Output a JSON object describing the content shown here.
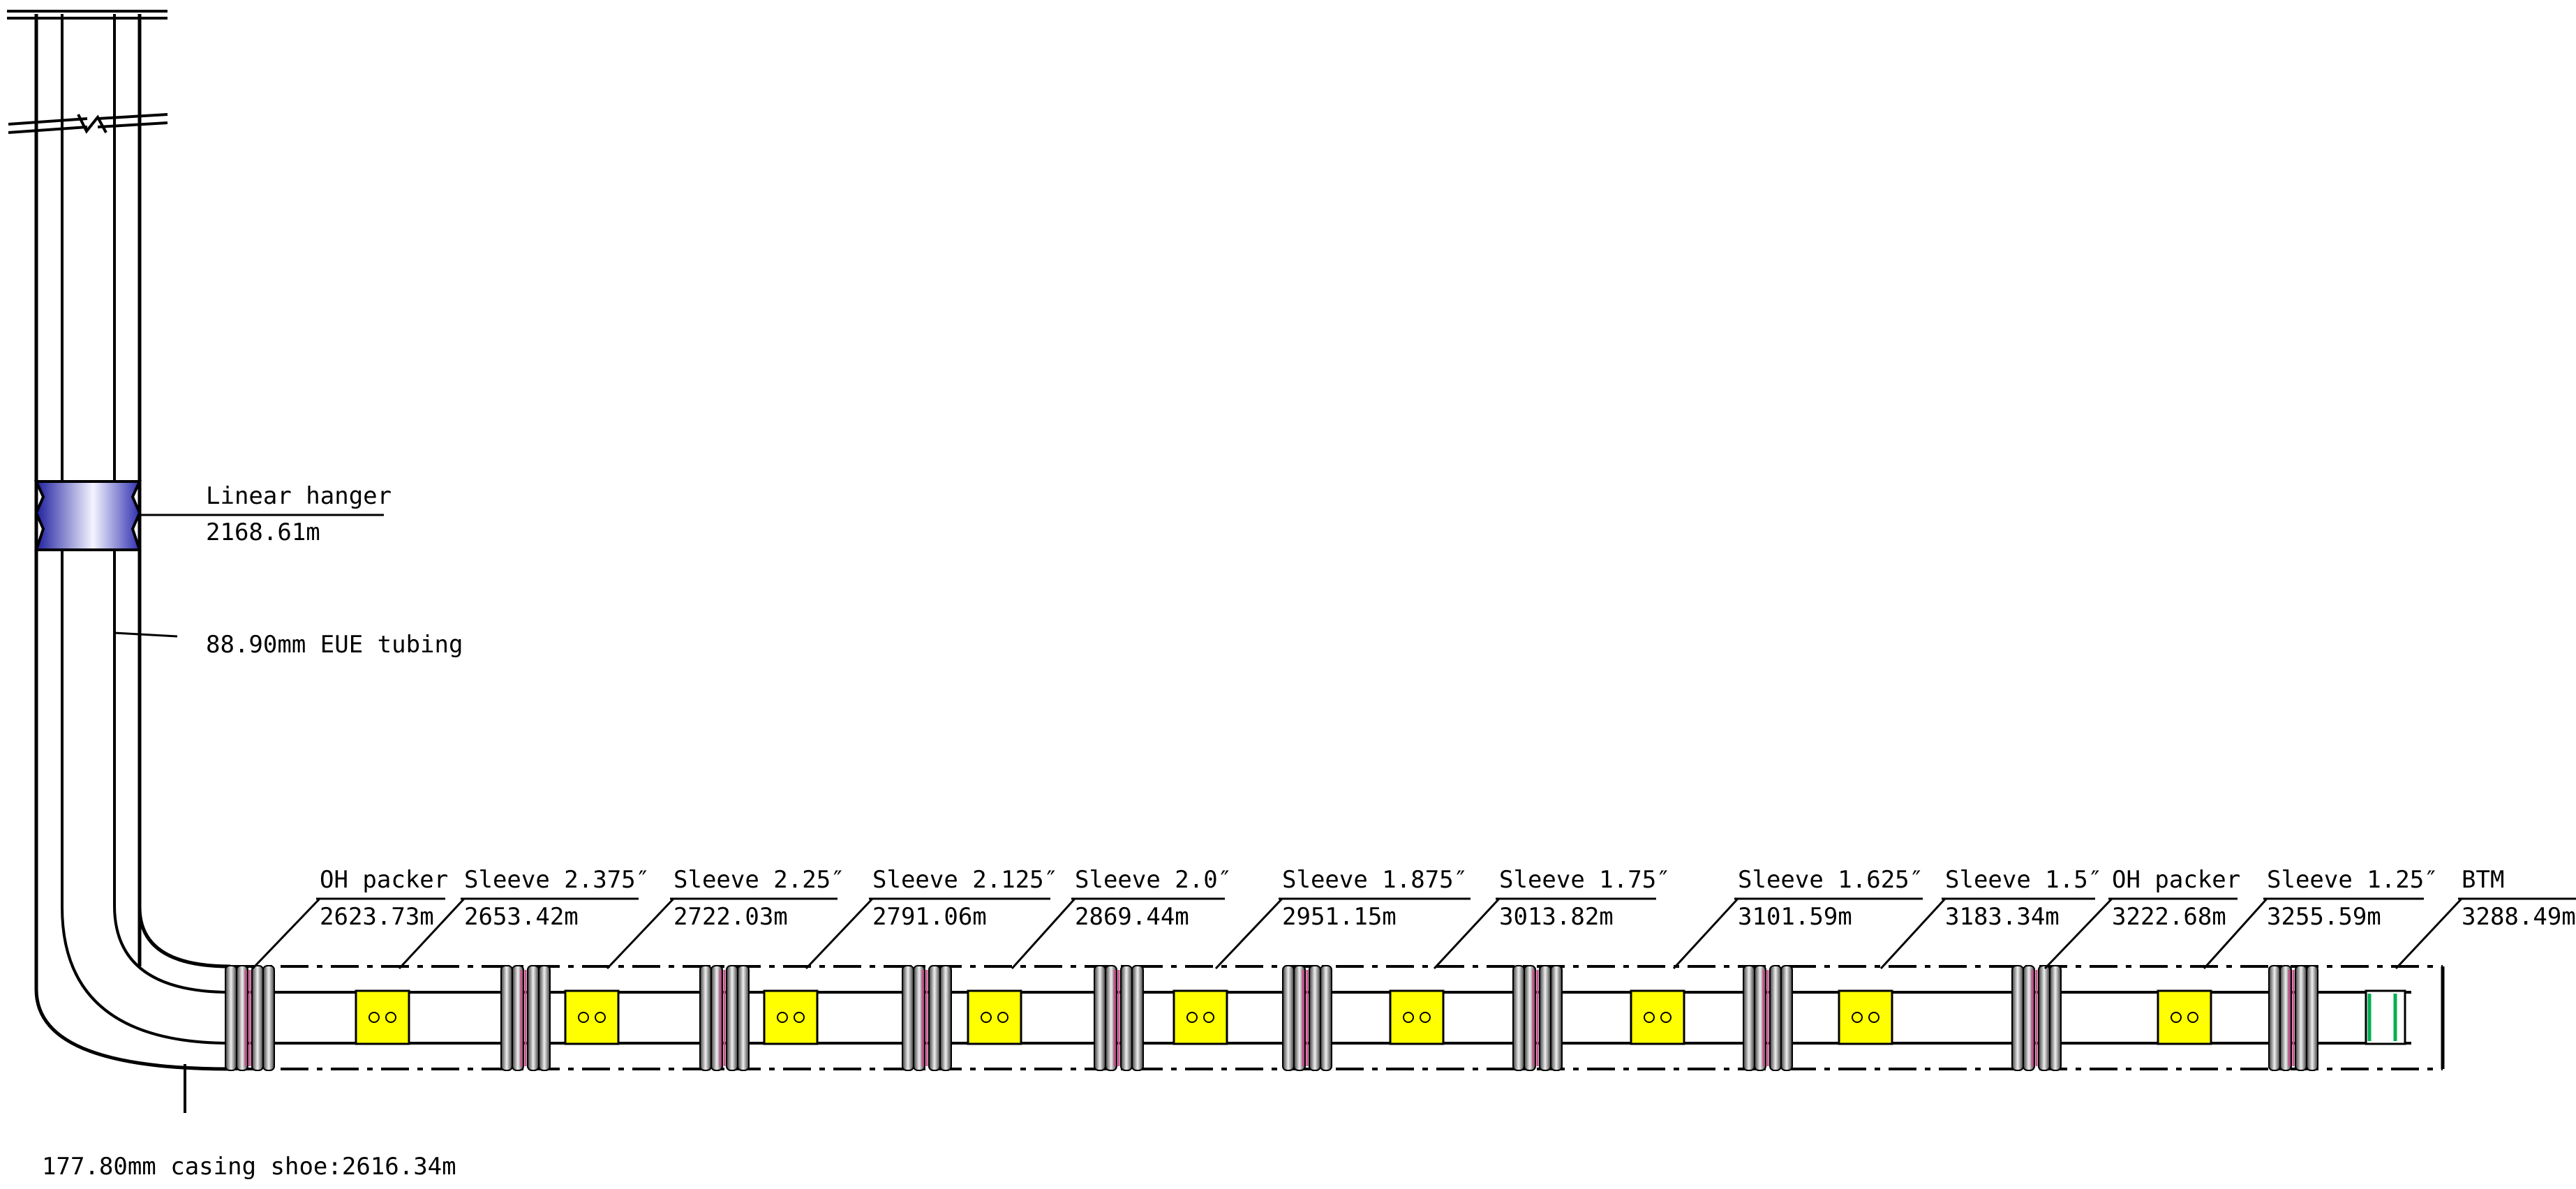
{
  "diagram": {
    "hanger": {
      "name": "Linear hanger",
      "depth": "2168.61m"
    },
    "tubing_label": "88.90mm EUE tubing",
    "casing_shoe_label": "177.80mm casing shoe:2616.34m",
    "components": [
      {
        "kind": "packer",
        "name": "OH packer",
        "depth": "2623.73m"
      },
      {
        "kind": "sleeve",
        "name": "Sleeve 2.375″",
        "depth": "2653.42m"
      },
      {
        "kind": "sleeve",
        "name": "Sleeve 2.25″",
        "depth": "2722.03m"
      },
      {
        "kind": "sleeve",
        "name": "Sleeve 2.125″",
        "depth": "2791.06m"
      },
      {
        "kind": "sleeve",
        "name": "Sleeve 2.0″",
        "depth": "2869.44m"
      },
      {
        "kind": "sleeve",
        "name": "Sleeve 1.875″",
        "depth": "2951.15m"
      },
      {
        "kind": "sleeve",
        "name": "Sleeve 1.75″",
        "depth": "3013.82m"
      },
      {
        "kind": "sleeve",
        "name": "Sleeve 1.625″",
        "depth": "3101.59m"
      },
      {
        "kind": "sleeve",
        "name": "Sleeve 1.5″",
        "depth": "3183.34m"
      },
      {
        "kind": "packer",
        "name": "OH packer",
        "depth": "3222.68m"
      },
      {
        "kind": "sleeve",
        "name": "Sleeve 1.25″",
        "depth": "3255.59m"
      },
      {
        "kind": "bottom",
        "name": "BTM",
        "depth": "3288.49m"
      }
    ],
    "colors": {
      "sleeve_fill": "#ffff00",
      "hanger_fill": "#4040c8",
      "packer_seal": "#c8508c",
      "bottom_accent": "#00b050",
      "line": "#000000"
    }
  }
}
